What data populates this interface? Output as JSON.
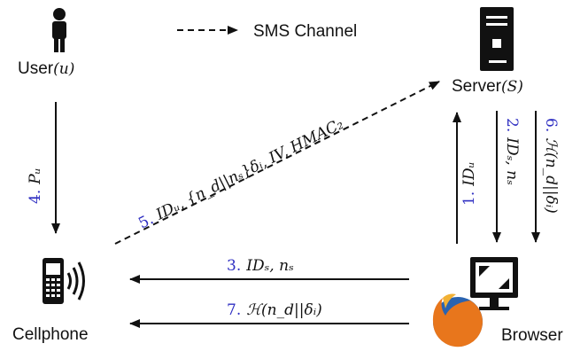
{
  "colors": {
    "step_number": "#2f2fc2",
    "ink": "#111111",
    "firefox_orange": "#e8761c",
    "firefox_blue": "#2a63b0"
  },
  "legend": {
    "label": "SMS Channel"
  },
  "nodes": {
    "user": {
      "label": "User",
      "math": "(u)",
      "icon": "person-icon"
    },
    "server": {
      "label": "Server",
      "math": "(S)",
      "icon": "server-icon"
    },
    "cellphone": {
      "label": "Cellphone",
      "icon": "cellphone-icon"
    },
    "browser": {
      "label": "Browser",
      "icon": "monitor-icon"
    }
  },
  "steps": {
    "s1": {
      "num": "1.",
      "text": "IDᵤ"
    },
    "s2": {
      "num": "2.",
      "text": "IDₛ, nₛ"
    },
    "s3": {
      "num": "3.",
      "text": "IDₛ, nₛ"
    },
    "s4": {
      "num": "4.",
      "text": "Pᵤ"
    },
    "s5": {
      "num": "5.",
      "text": "IDᵤ, {n_d||nₛ}δᵢ, IV, HMAC₂"
    },
    "s6": {
      "num": "6.",
      "text": "ℋ(n_d||δᵢ)"
    },
    "s7": {
      "num": "7.",
      "text": "ℋ(n_d||δᵢ)"
    }
  }
}
